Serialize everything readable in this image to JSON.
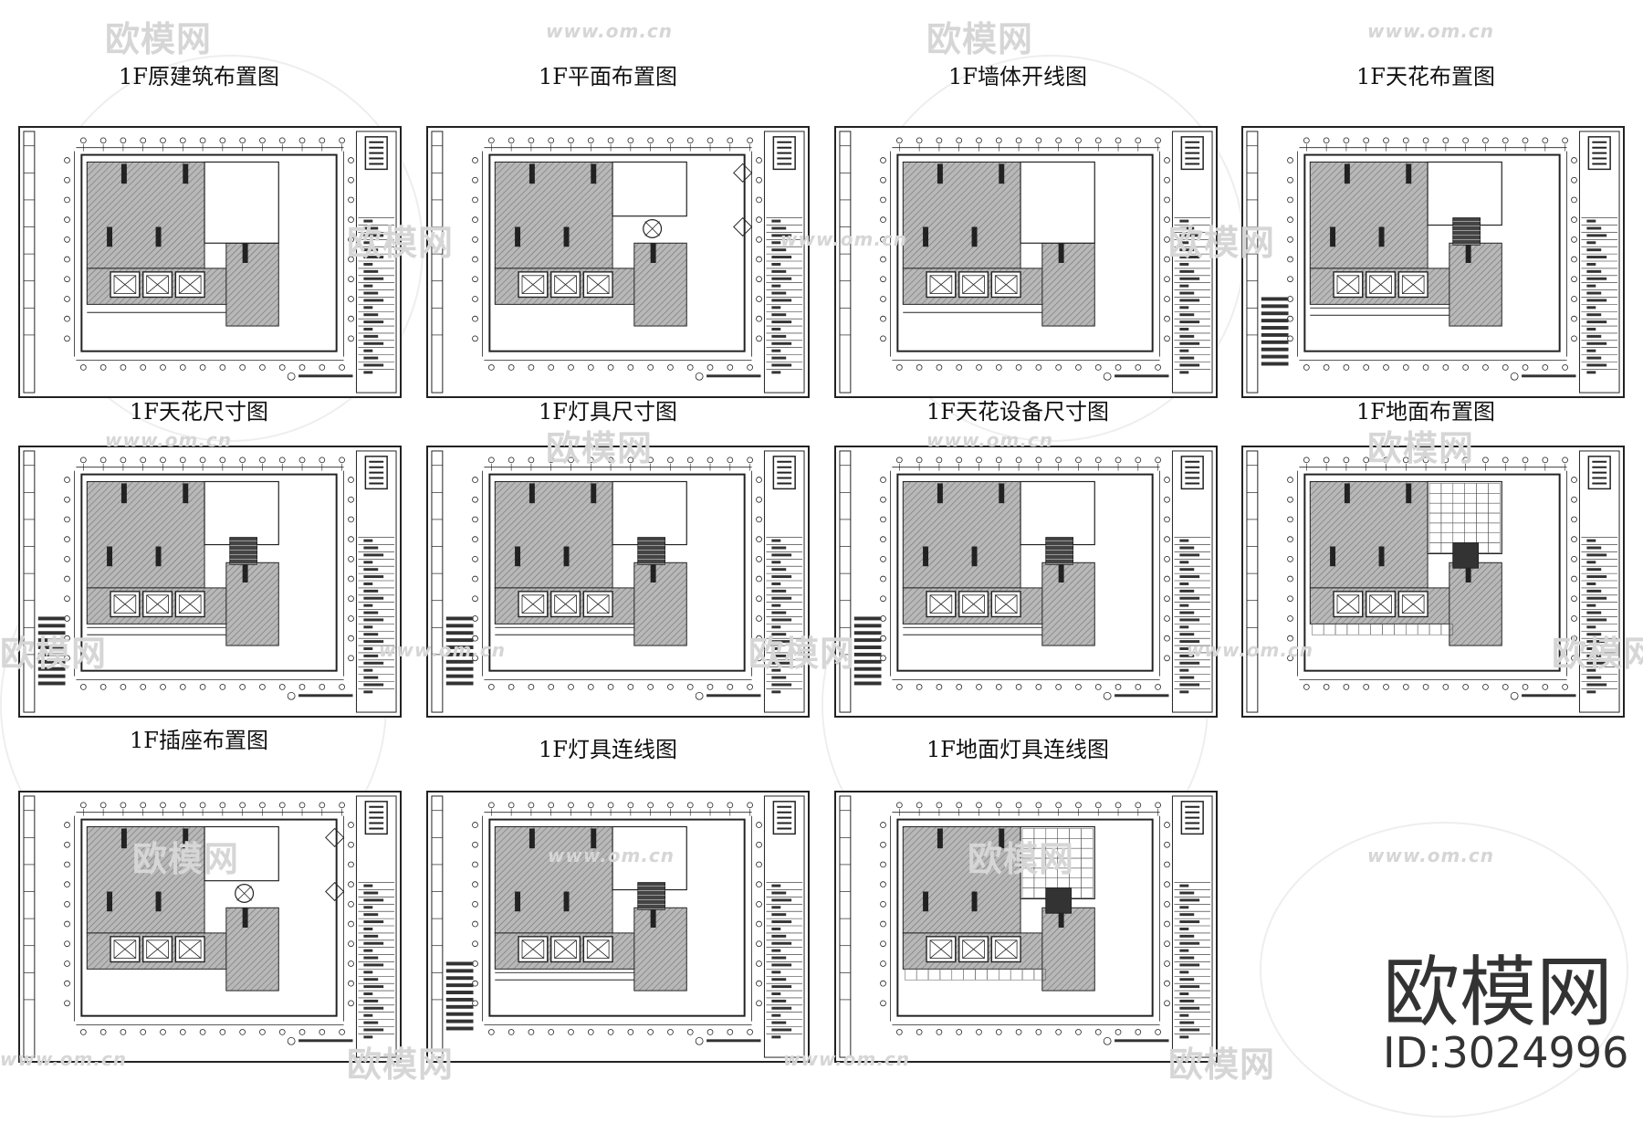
{
  "watermark": {
    "logo_text": "欧模网",
    "url_text": "www.om.cn"
  },
  "sheets": [
    {
      "title": "1F原建筑布置图",
      "variant": "original"
    },
    {
      "title": "1F平面布置图",
      "variant": "plan"
    },
    {
      "title": "1F墙体开线图",
      "variant": "wall"
    },
    {
      "title": "1F天花布置图",
      "variant": "ceiling"
    },
    {
      "title": "1F天花尺寸图",
      "variant": "ceiling"
    },
    {
      "title": "1F灯具尺寸图",
      "variant": "ceiling"
    },
    {
      "title": "1F天花设备尺寸图",
      "variant": "ceiling"
    },
    {
      "title": "1F地面布置图",
      "variant": "floor"
    },
    {
      "title": "1F插座布置图",
      "variant": "plan"
    },
    {
      "title": "1F灯具连线图",
      "variant": "ceiling"
    },
    {
      "title": "1F地面灯具连线图",
      "variant": "floor"
    }
  ],
  "brand": {
    "name": "欧模网",
    "id": "ID:3024996"
  },
  "colors": {
    "hatch": "#8a8a8a",
    "line": "#222222",
    "watermark": "#d6d6d6"
  }
}
